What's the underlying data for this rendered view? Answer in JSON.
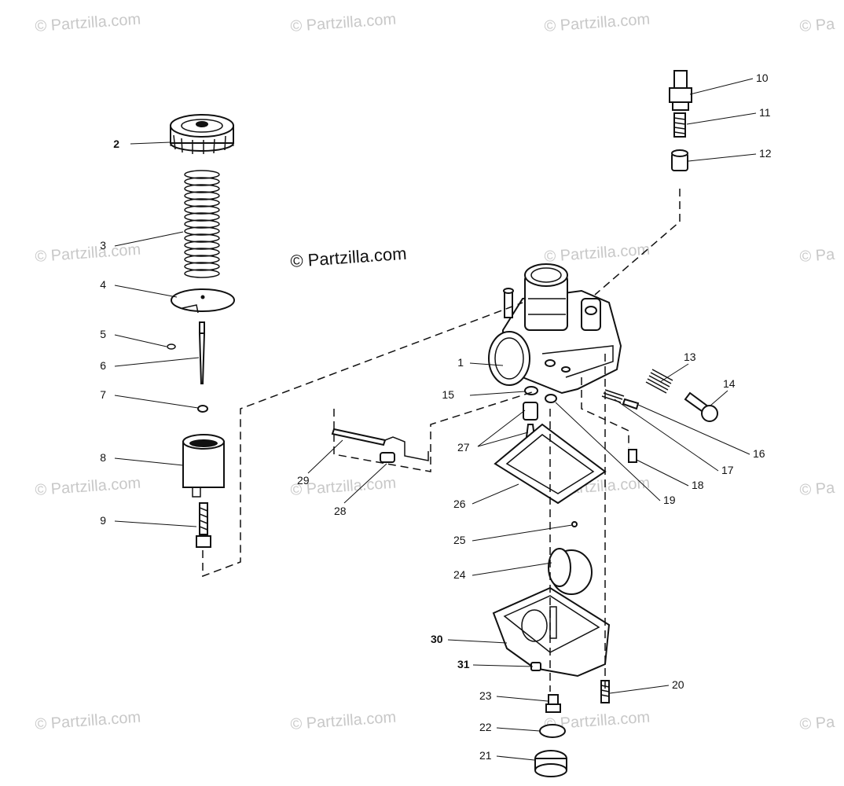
{
  "watermarks": [
    {
      "text": "© Partzilla.com"
    },
    {
      "text": "© Partzilla.com"
    },
    {
      "text": "© Partzilla.com"
    },
    {
      "text": "© Pa"
    },
    {
      "text": "© Partzilla.com"
    },
    {
      "text": "© Partzilla.com"
    },
    {
      "text": "© Pa"
    },
    {
      "text": "© Partzilla.com"
    },
    {
      "text": "© Partzilla.com"
    },
    {
      "text": "© Partzilla.com"
    },
    {
      "text": "© Pa"
    },
    {
      "text": "© Partzilla.com"
    },
    {
      "text": "© Partzilla.com"
    },
    {
      "text": "© Partzilla.com"
    },
    {
      "text": "© Pa"
    }
  ],
  "main_watermark": "© Partzilla.com",
  "callouts": [
    {
      "n": "1"
    },
    {
      "n": "2"
    },
    {
      "n": "3"
    },
    {
      "n": "4"
    },
    {
      "n": "5"
    },
    {
      "n": "6"
    },
    {
      "n": "7"
    },
    {
      "n": "8"
    },
    {
      "n": "9"
    },
    {
      "n": "10"
    },
    {
      "n": "11"
    },
    {
      "n": "12"
    },
    {
      "n": "13"
    },
    {
      "n": "14"
    },
    {
      "n": "15"
    },
    {
      "n": "16"
    },
    {
      "n": "17"
    },
    {
      "n": "18"
    },
    {
      "n": "19"
    },
    {
      "n": "20"
    },
    {
      "n": "21"
    },
    {
      "n": "22"
    },
    {
      "n": "23"
    },
    {
      "n": "24"
    },
    {
      "n": "25"
    },
    {
      "n": "26"
    },
    {
      "n": "27"
    },
    {
      "n": "28"
    },
    {
      "n": "29"
    },
    {
      "n": "30"
    },
    {
      "n": "31"
    }
  ]
}
